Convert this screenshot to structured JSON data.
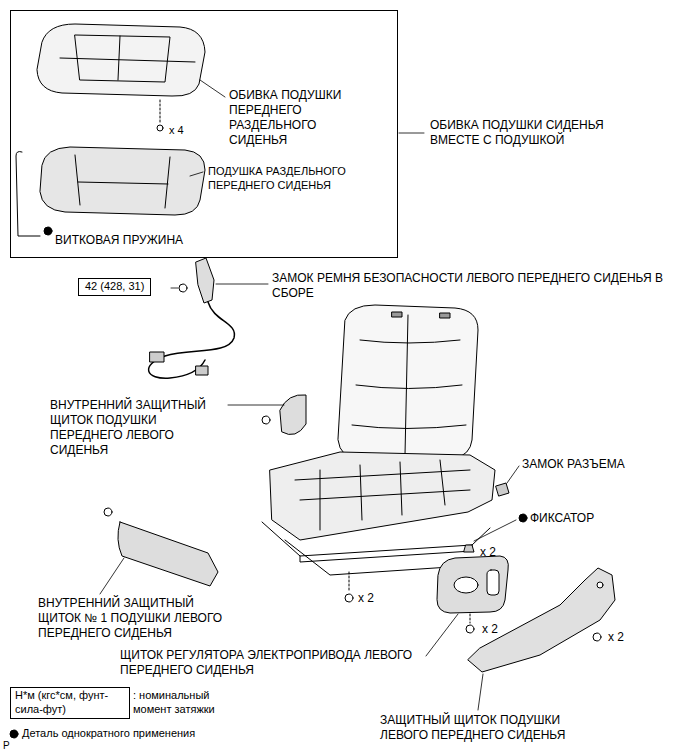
{
  "diagram": {
    "nodes": [
      {
        "text": [
          "ОБИВКА ПОДУШКИ ПЕРЕДНЕГО РАЗДЕЛЬНОГО СИДЕНЬЯ",
          "x 4",
          "ПОДУШКА РАЗДЕЛЬНОГО ПЕРЕДНЕГО СИДЕНЬЯ",
          "ВИТКОВАЯ ПРУЖИНА"
        ]
      },
      {
        "text": [
          "42 (428, 31)"
        ]
      },
      {
        "text": [
          "Н*м (кгс*см, фунт-сила-фут)"
        ]
      }
    ],
    "labels": [
      "ОБИВКА ПОДУШКИ СИДЕНЬЯ ВМЕСТЕ С ПОДУШКОЙ",
      "ЗАМОК РЕМНЯ БЕЗОПАСНОСТИ ЛЕВОГО ПЕРЕДНЕГО СИДЕНЬЯ В СБОРЕ",
      "ВНУТРЕННИЙ ЗАЩИТНЫЙ ЩИТОК ПОДУШКИ ПЕРЕДНЕГО ЛЕВОГО СИДЕНЬЯ",
      "ЗАМОК РАЗЪЕМА",
      "ФИКСАТОР",
      "x 2",
      "x 2",
      "ВНУТРЕННИЙ ЗАЩИТНЫЙ ЩИТОК № 1 ПОДУШКИ ЛЕВОГО ПЕРЕДНЕГО СИДЕНЬЯ",
      "x 2",
      "x 2",
      "ЩИТОК РЕГУЛЯТОРА ЭЛЕКТРОПРИВОДА ЛЕВОГО ПЕРЕДНЕГО СИДЕНЬЯ",
      "ЗАЩИТНЫЙ ЩИТОК ПОДУШКИ ЛЕВОГО ПЕРЕДНЕГО СИДЕНЬЯ",
      "P"
    ],
    "legend": [
      {
        "text": ": номинальный момент затяжки"
      },
      {
        "text": "Деталь однократного применения"
      }
    ]
  }
}
